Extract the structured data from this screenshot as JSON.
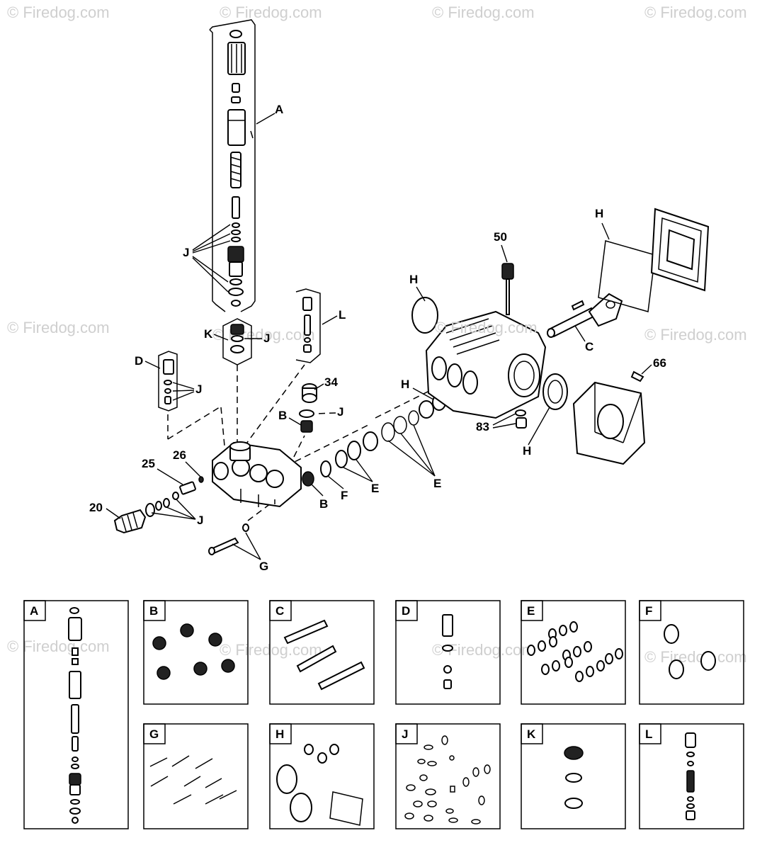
{
  "watermark": "© Firedog.com",
  "callouts": {
    "A": "A",
    "B1": "B",
    "B2": "B",
    "C": "C",
    "D": "D",
    "E1": "E",
    "E2": "E",
    "F": "F",
    "G": "G",
    "H1": "H",
    "H2": "H",
    "H3": "H",
    "H4": "H",
    "J1": "J",
    "J2": "J",
    "J3": "J",
    "J4": "J",
    "J5": "J",
    "K": "K",
    "L": "L",
    "n20": "20",
    "n25": "25",
    "n26": "26",
    "n34": "34",
    "n50": "50",
    "n66": "66",
    "n83": "83"
  },
  "kit_boxes": [
    {
      "label": "A"
    },
    {
      "label": "B"
    },
    {
      "label": "C"
    },
    {
      "label": "D"
    },
    {
      "label": "E"
    },
    {
      "label": "F"
    },
    {
      "label": "G"
    },
    {
      "label": "H"
    },
    {
      "label": "J"
    },
    {
      "label": "K"
    },
    {
      "label": "L"
    }
  ]
}
